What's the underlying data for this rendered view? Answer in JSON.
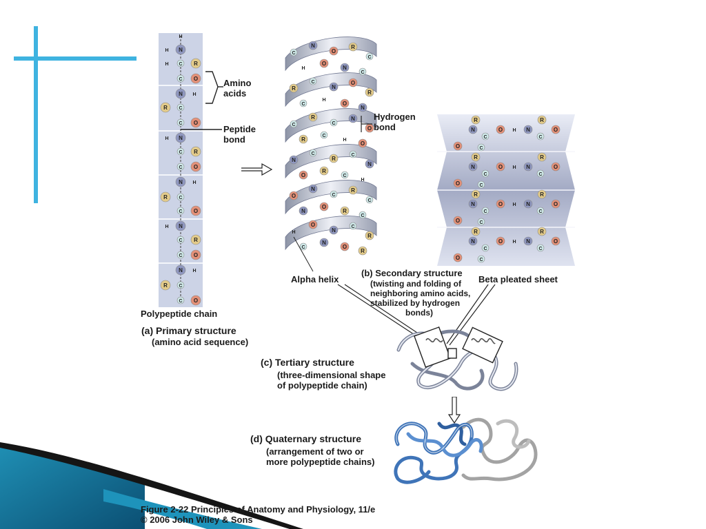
{
  "primary": {
    "title": "(a) Primary structure",
    "subtitle": "(amino acid sequence)",
    "chain_label": "Polypeptide chain",
    "amino_acids_label": [
      "Amino",
      "acids"
    ],
    "peptide_bond_label": [
      "Peptide",
      "bond"
    ]
  },
  "secondary": {
    "title": "(b) Secondary structure",
    "description": [
      "(twisting and folding of",
      "neighboring amino acids,",
      "stabilized by hydrogen",
      "bonds)"
    ],
    "alpha_helix_label": "Alpha helix",
    "beta_sheet_label": "Beta pleated sheet",
    "hydrogen_bond_label": [
      "Hydrogen",
      "bond"
    ]
  },
  "tertiary": {
    "title": "(c)  Tertiary structure",
    "description": [
      "(three-dimensional shape",
      "of polypeptide chain)"
    ]
  },
  "quaternary": {
    "title": "(d) Quaternary structure",
    "description": [
      "(arrangement of two or",
      "more polypeptide chains)"
    ]
  },
  "credit": {
    "line1": "Figure 2-22 Principles of Anatomy and Physiology, 11/e",
    "line2": "© 2006 John Wiley & Sons"
  },
  "atoms": {
    "h": "H",
    "n": "N",
    "c": "C",
    "o": "O",
    "r": "R"
  },
  "colors": {
    "accent_cross": "#3fb3e0",
    "panel": "#ccd3e6",
    "nitrogen": "#8f97bf",
    "oxygen": "#e39078",
    "r_group": "#e3cb8a",
    "carbon": "#cfe9e9",
    "chain_blue": "#3f74b8",
    "chain_gray": "#9a9a9a"
  }
}
